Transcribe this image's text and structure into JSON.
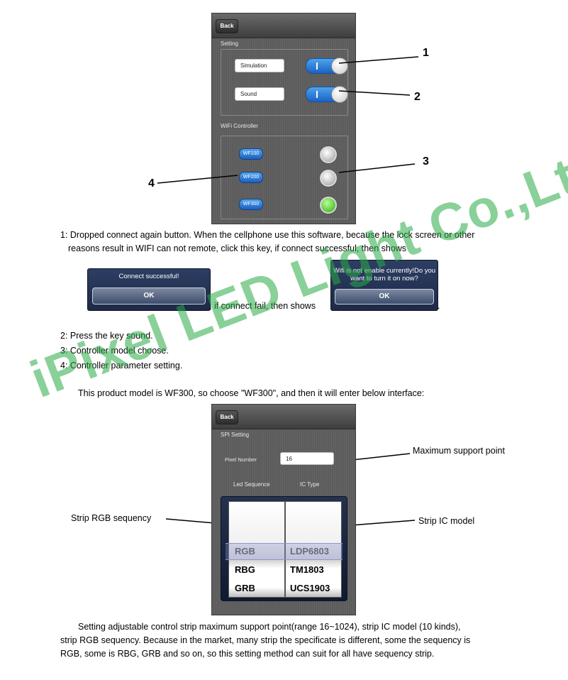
{
  "screen1": {
    "back": "Back",
    "setting_label": "Setting",
    "simulation_label": "Simulation",
    "sound_label": "Sound",
    "wifi_label": "WiFi Controller",
    "controllers": [
      "WF100",
      "WF200",
      "WF300"
    ],
    "selected_controller": "WF300"
  },
  "callouts": {
    "c1": "1",
    "c2": "2",
    "c3": "3",
    "c4": "4"
  },
  "desc1_line1": "1: Dropped connect again button. When the cellphone use this software, because the lock screen or other",
  "desc1_line2": "reasons result in WIFI can not remote, click this key, if connect successful, then shows",
  "dialog_success": {
    "message": "Connect successful!",
    "ok": "OK"
  },
  "connect_fail_text": ", if connect fail, then shows",
  "dialog_fail": {
    "message_line1": "Wifi is not enable currently!Do you",
    "message_line2": "want to turn it on now?",
    "ok": "OK"
  },
  "period": ".",
  "list": [
    "2: Press the key sound.",
    "3: Controller model choose.",
    "4: Controller parameter setting."
  ],
  "product_text": "This product model is WF300, so choose \"WF300\", and then it will enter below interface:",
  "screen2": {
    "back": "Back",
    "spi_label": "SPI Setting",
    "pixel_label": "Pixel Number",
    "pixel_value": "16",
    "led_seq_label": "Led Sequence",
    "ic_type_label": "IC Type",
    "sequences": [
      "RGB",
      "RBG",
      "GRB"
    ],
    "ic_models": [
      "LDP6803",
      "TM1803",
      "UCS1903"
    ]
  },
  "annotations": {
    "max_point": "Maximum support point",
    "strip_rgb": "Strip RGB sequency",
    "strip_ic": "Strip IC model"
  },
  "para_line1": "Setting adjustable control strip maximum support point(range 16~1024), strip IC model (10 kinds),",
  "para_line2": "strip RGB sequency. Because in the market, many strip the specificate is different, some the sequency is",
  "para_line3": "RGB, some is RBG, GRB and so on, so this setting method can suit for all have sequency strip.",
  "watermark": "iPixel LED Light Co.,Ltd",
  "colors": {
    "accent_blue": "#1a62c4",
    "watermark_green": "#28aa46",
    "selected_radio": "#2ea816"
  }
}
